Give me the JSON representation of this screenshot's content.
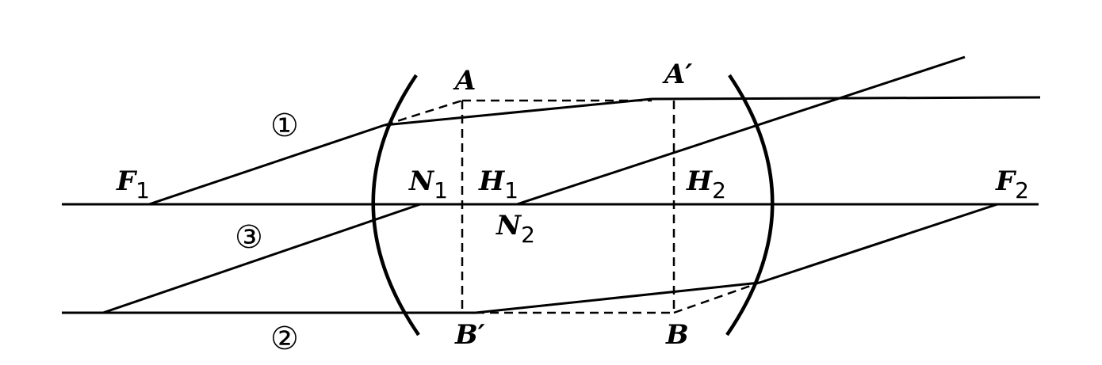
{
  "labels": {
    "F1": {
      "main": "F",
      "sub": "1"
    },
    "F2": {
      "main": "F",
      "sub": "2"
    },
    "N1": {
      "main": "N",
      "sub": "1"
    },
    "N2": {
      "main": "N",
      "sub": "2"
    },
    "H1": {
      "main": "H",
      "sub": "1"
    },
    "H2": {
      "main": "H",
      "sub": "2"
    },
    "A": "A",
    "A_prime": "A′",
    "B": "B",
    "B_prime": "B′"
  },
  "ray_numbers": {
    "ray1": "①",
    "ray2": "②",
    "ray3": "③"
  }
}
